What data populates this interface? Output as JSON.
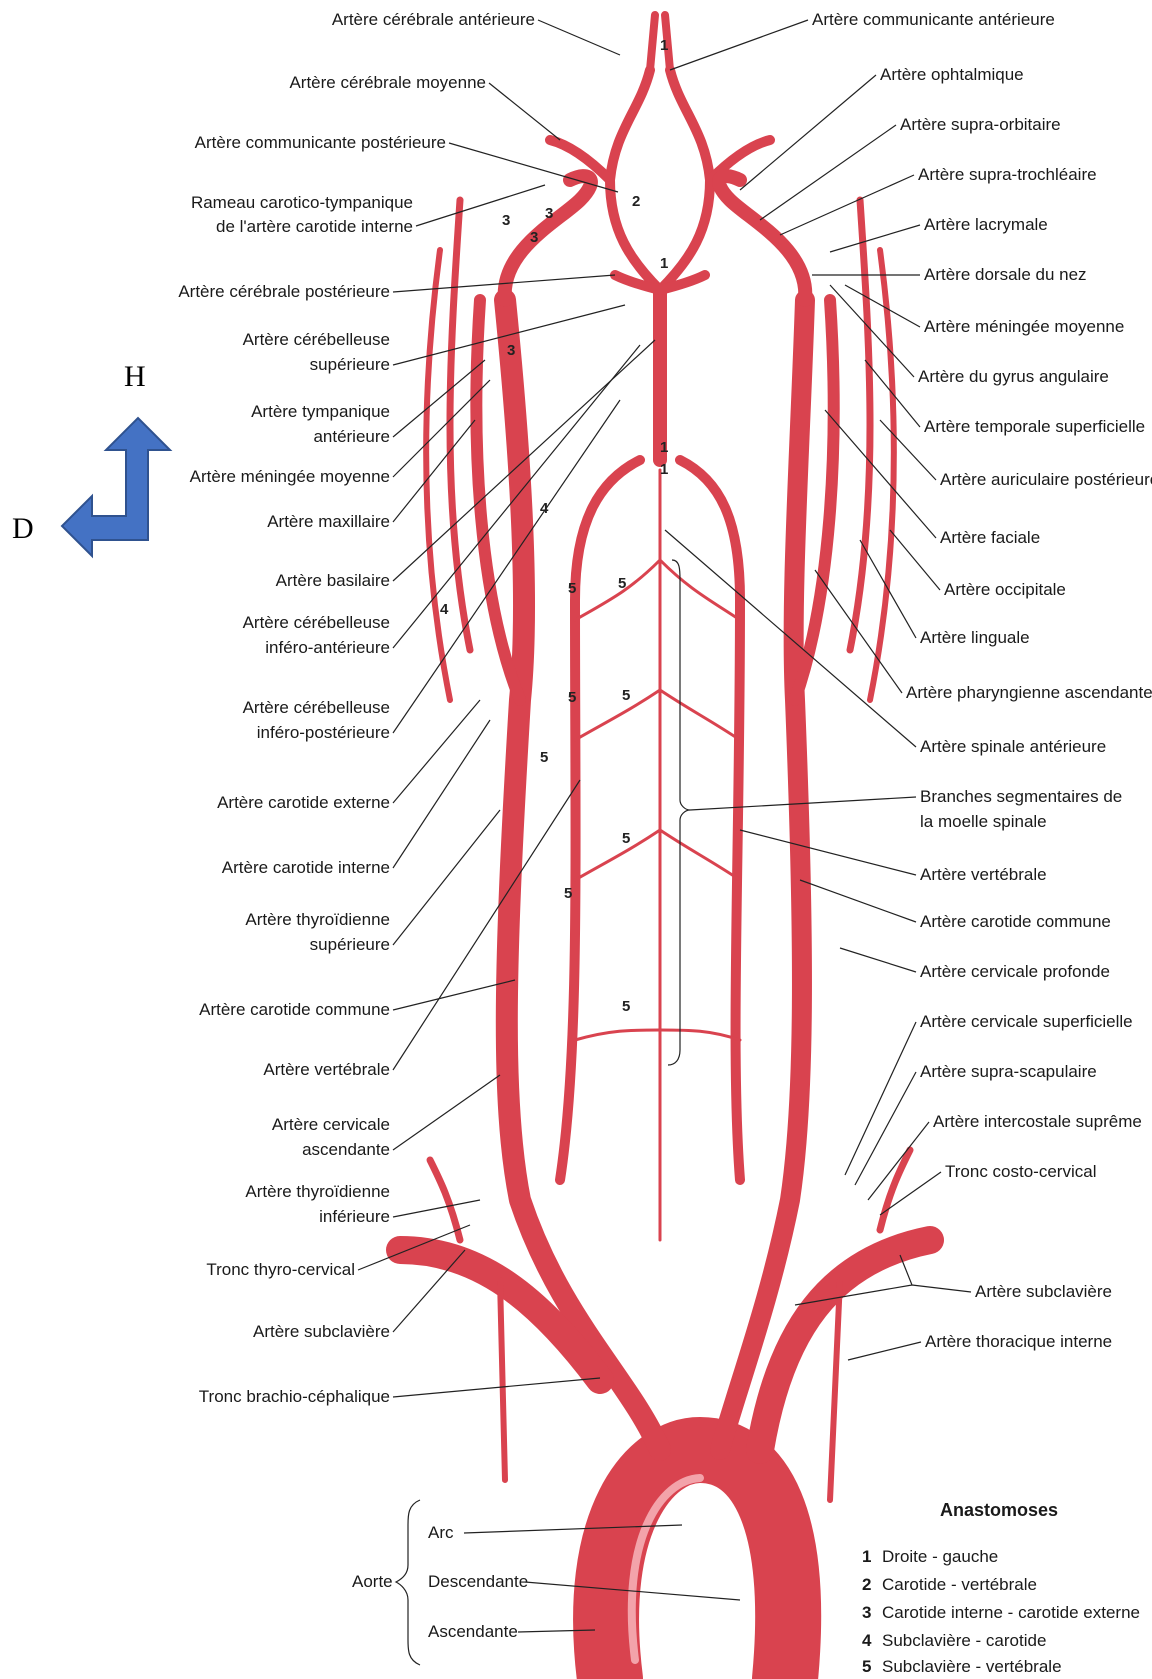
{
  "orientation": {
    "up_letter": "H",
    "left_letter": "D",
    "arrow_color": "#4472c4"
  },
  "colors": {
    "vessel": "#d9434f",
    "vessel_highlight": "#f3a3aa",
    "leader": "#222222"
  },
  "labels_left": [
    "Artère cérébrale antérieure",
    "Artère cérébrale moyenne",
    "Artère communicante postérieure",
    "Rameau carotico-tympanique",
    "de l'artère carotide interne",
    "Artère cérébrale postérieure",
    "Artère cérébelleuse",
    "supérieure",
    "Artère tympanique",
    "antérieure",
    "Artère méningée moyenne",
    "Artère maxillaire",
    "Artère basilaire",
    "Artère cérébelleuse",
    "inféro-antérieure",
    "Artère cérébelleuse",
    "inféro-postérieure",
    "Artère carotide externe",
    "Artère carotide interne",
    "Artère thyroïdienne",
    "supérieure",
    "Artère carotide commune",
    "Artère vertébrale",
    "Artère cervicale",
    "ascendante",
    "Artère thyroïdienne",
    "inférieure",
    "Tronc thyro-cervical",
    "Artère subclavière",
    "Tronc brachio-céphalique"
  ],
  "labels_right": [
    "Artère communicante antérieure",
    "Artère ophtalmique",
    "Artère supra-orbitaire",
    "Artère supra-trochléaire",
    "Artère lacrymale",
    "Artère dorsale du nez",
    "Artère méningée moyenne",
    "Artère du gyrus angulaire",
    "Artère temporale superficielle",
    "Artère auriculaire postérieure",
    "Artère faciale",
    "Artère occipitale",
    "Artère linguale",
    "Artère pharyngienne ascendante",
    "Artère spinale antérieure",
    "Branches segmentaires de",
    "la moelle spinale",
    "Artère vertébrale",
    "Artère carotide commune",
    "Artère cervicale profonde",
    "Artère cervicale superficielle",
    "Artère supra-scapulaire",
    "Artère intercostale suprême",
    "Tronc costo-cervical",
    "Artère subclavière",
    "Artère thoracique interne"
  ],
  "aorta": {
    "name": "Aorte",
    "parts": [
      "Arc",
      "Descendante",
      "Ascendante"
    ]
  },
  "numbers": [
    "1",
    "2",
    "3",
    "3",
    "3",
    "1",
    "3",
    "1",
    "1",
    "4",
    "4",
    "5",
    "5",
    "5",
    "5",
    "5",
    "5",
    "5",
    "5"
  ],
  "legend": {
    "title": "Anastomoses",
    "items": [
      {
        "n": "1",
        "text": "Droite - gauche"
      },
      {
        "n": "2",
        "text": "Carotide - vertébrale"
      },
      {
        "n": "3",
        "text": "Carotide interne - carotide externe"
      },
      {
        "n": "4",
        "text": "Subclavière - carotide"
      },
      {
        "n": "5",
        "text": "Subclavière - vertébrale"
      }
    ]
  }
}
